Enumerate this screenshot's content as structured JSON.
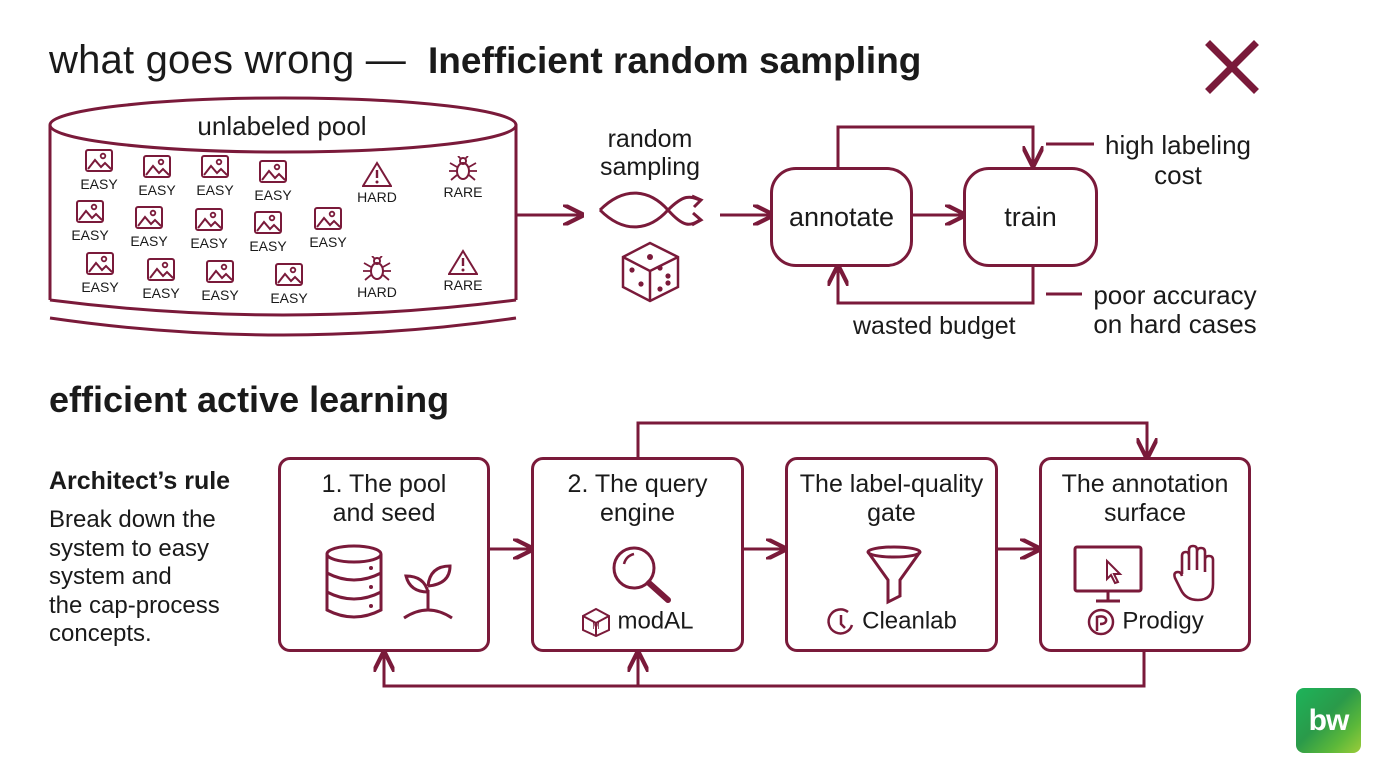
{
  "header": {
    "prefix": "what goes wrong —",
    "title": "Inefficient random sampling"
  },
  "pool": {
    "label": "unlabeled pool",
    "items": [
      "EASY",
      "EASY",
      "EASY",
      "EASY",
      "HARD",
      "RARE",
      "EASY",
      "EASY",
      "EASY",
      "EASY",
      "EASY",
      "EASY",
      "EASY",
      "EASY",
      "EASY",
      "HARD",
      "RARE"
    ]
  },
  "random": {
    "label": "random\nsampling"
  },
  "loop": {
    "annotate": "annotate",
    "train": "train",
    "cost": "high labeling\ncost",
    "wasted": "wasted budget",
    "accuracy": "poor accuracy\non hard cases"
  },
  "section2": {
    "title": "efficient active learning"
  },
  "rule": {
    "title": "Architect’s rule",
    "body": "Break down the\nsystem to easy\nsystem and\nthe cap-process\nconcepts."
  },
  "stages": [
    {
      "title": "1. The pool\nand seed",
      "tool": ""
    },
    {
      "title": "2. The query\nengine",
      "tool": "modAL"
    },
    {
      "title": "The label-quality\ngate",
      "tool": "Cleanlab"
    },
    {
      "title": "The annotation\nsurface",
      "tool": "Prodigy"
    }
  ],
  "logo": {
    "text": "bw"
  },
  "colors": {
    "accent": "#7a1a3a",
    "text": "#1a1a1a",
    "logo_green": "#2a9a4a"
  },
  "icons": [
    "close-icon",
    "image-icon",
    "warning-icon",
    "bug-icon",
    "random-arrows-icon",
    "dice-icon",
    "database-icon",
    "seedling-icon",
    "search-icon",
    "funnel-icon",
    "monitor-cursor-icon",
    "hand-icon",
    "modal-logo-icon",
    "cleanlab-logo-icon",
    "prodigy-logo-icon"
  ]
}
